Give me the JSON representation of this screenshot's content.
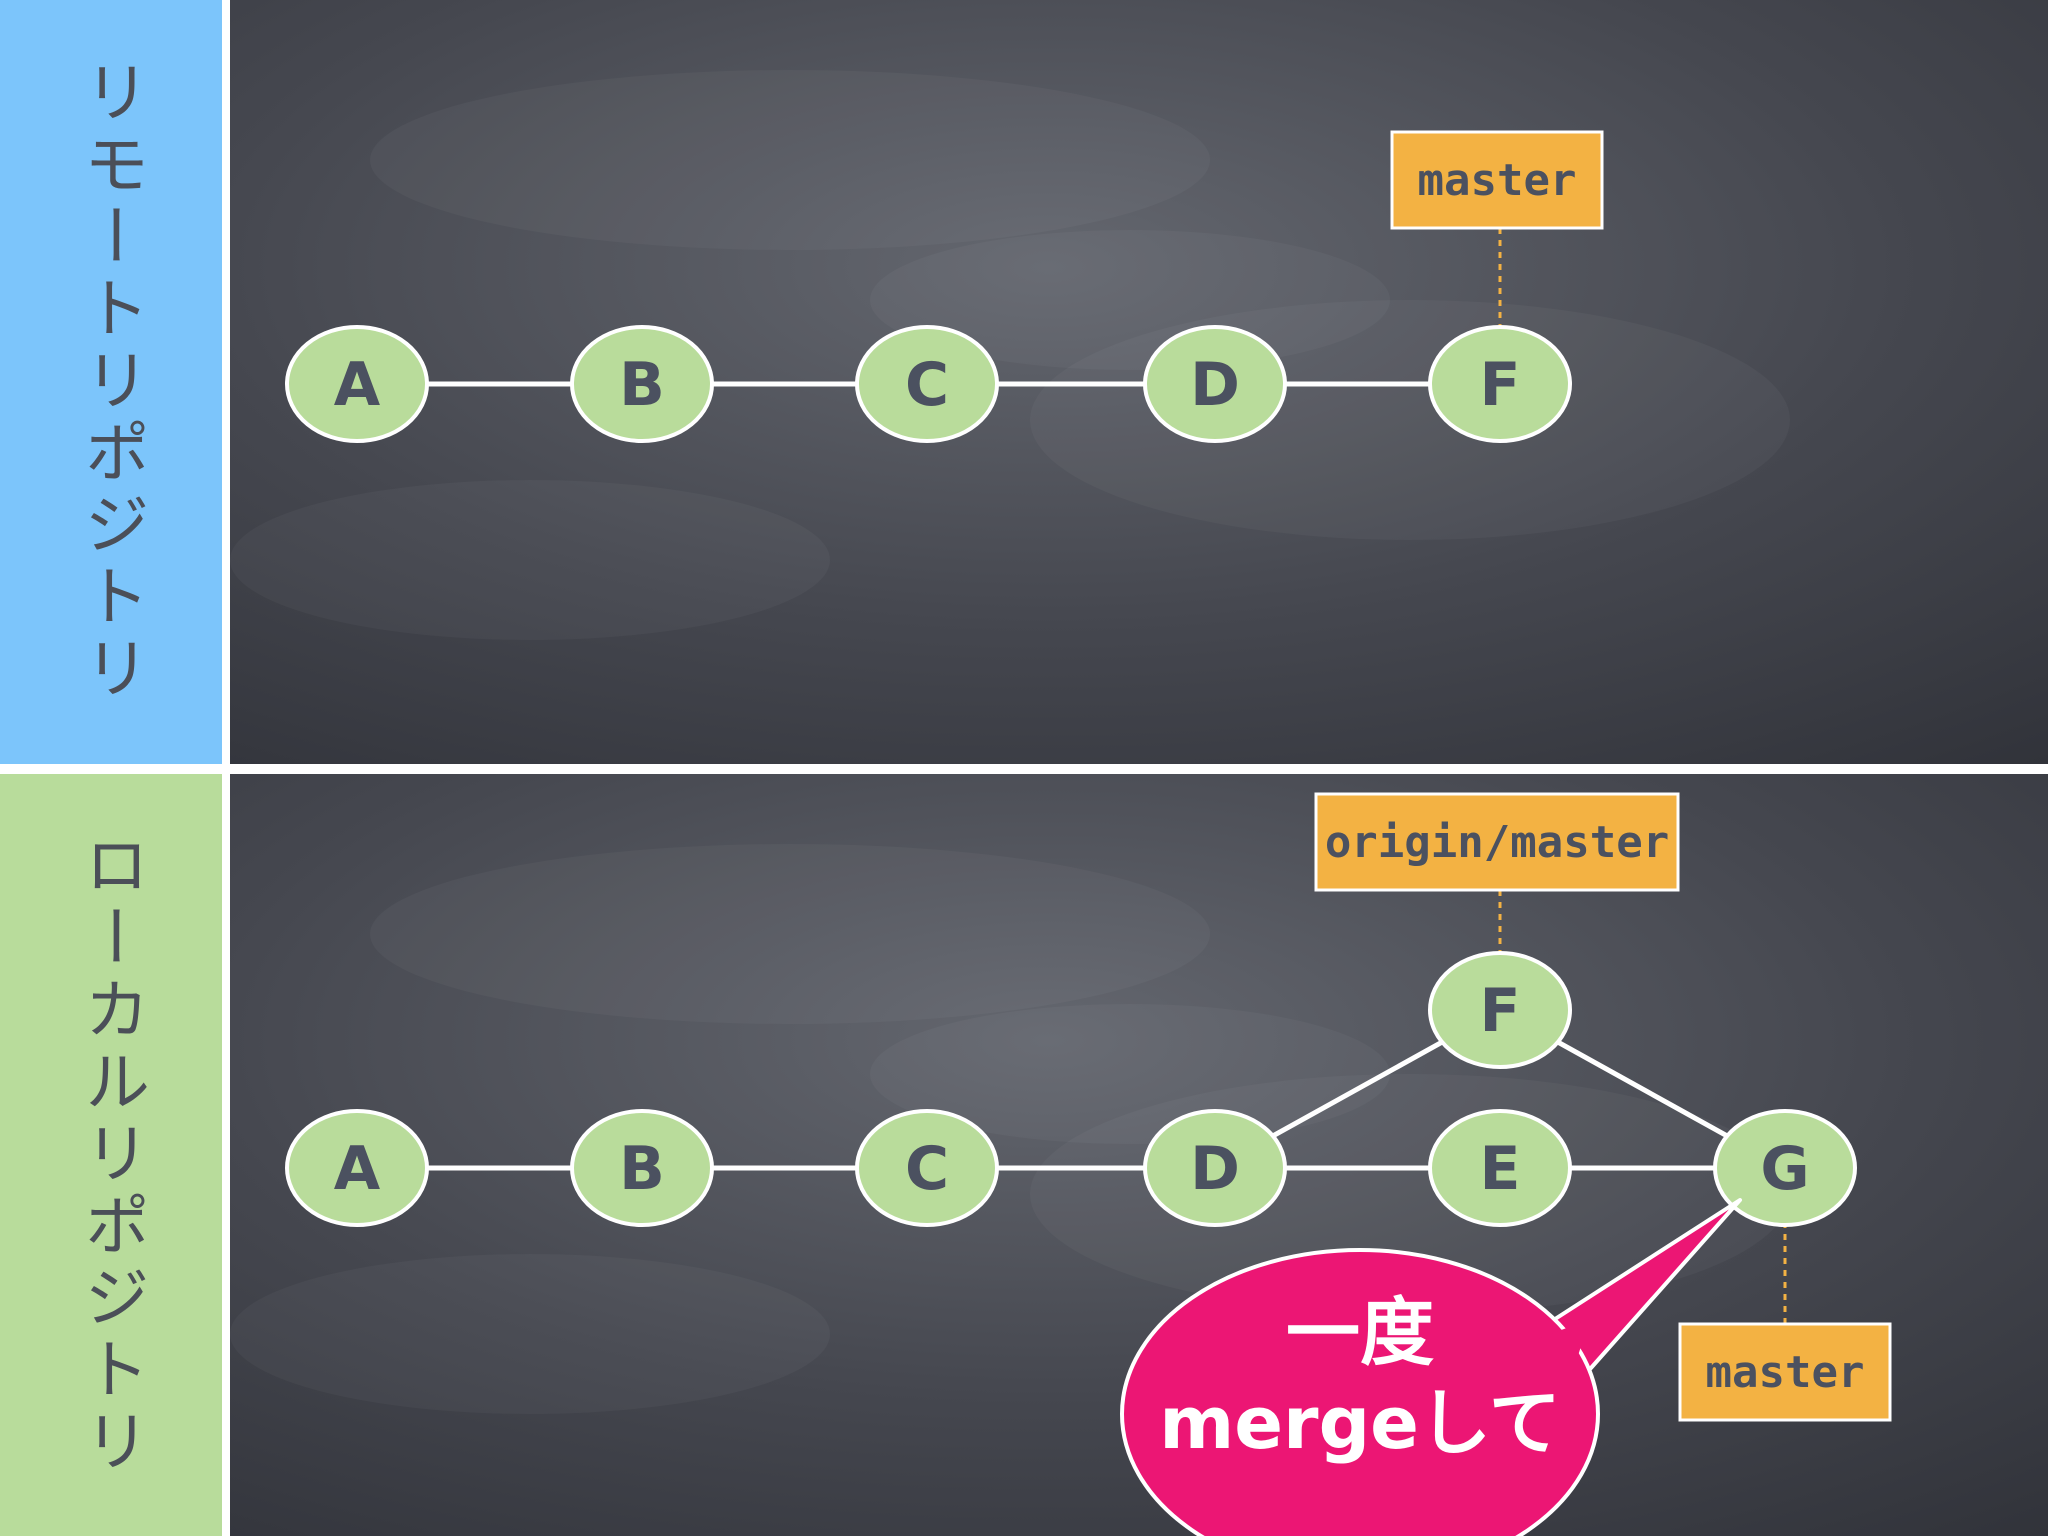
{
  "remote": {
    "label": "リモートリポジトリ",
    "nodes": [
      {
        "id": "A",
        "label": "A"
      },
      {
        "id": "B",
        "label": "B"
      },
      {
        "id": "C",
        "label": "C"
      },
      {
        "id": "D",
        "label": "D"
      },
      {
        "id": "F",
        "label": "F"
      }
    ],
    "edges": [
      [
        "F",
        "D"
      ],
      [
        "D",
        "C"
      ],
      [
        "C",
        "B"
      ],
      [
        "B",
        "A"
      ]
    ],
    "refs": [
      {
        "label": "master",
        "target": "F"
      }
    ]
  },
  "local": {
    "label": "ローカルリポジトリ",
    "nodes": [
      {
        "id": "A",
        "label": "A"
      },
      {
        "id": "B",
        "label": "B"
      },
      {
        "id": "C",
        "label": "C"
      },
      {
        "id": "D",
        "label": "D"
      },
      {
        "id": "E",
        "label": "E"
      },
      {
        "id": "F",
        "label": "F"
      },
      {
        "id": "G",
        "label": "G"
      }
    ],
    "edges": [
      [
        "G",
        "E"
      ],
      [
        "E",
        "D"
      ],
      [
        "D",
        "C"
      ],
      [
        "C",
        "B"
      ],
      [
        "B",
        "A"
      ],
      [
        "F",
        "D"
      ],
      [
        "G",
        "F"
      ]
    ],
    "refs": [
      {
        "label": "origin/master",
        "target": "F"
      },
      {
        "label": "master",
        "target": "G"
      }
    ]
  },
  "callout": {
    "line1": "一度",
    "line2": "mergeして"
  },
  "colors": {
    "node_fill": "#b9dc9b",
    "ref_fill": "#f3b243",
    "callout_fill": "#ec1674",
    "board": "#45474f",
    "remote_sidebar": "#7cc5fb",
    "local_sidebar": "#b8dc9b"
  }
}
